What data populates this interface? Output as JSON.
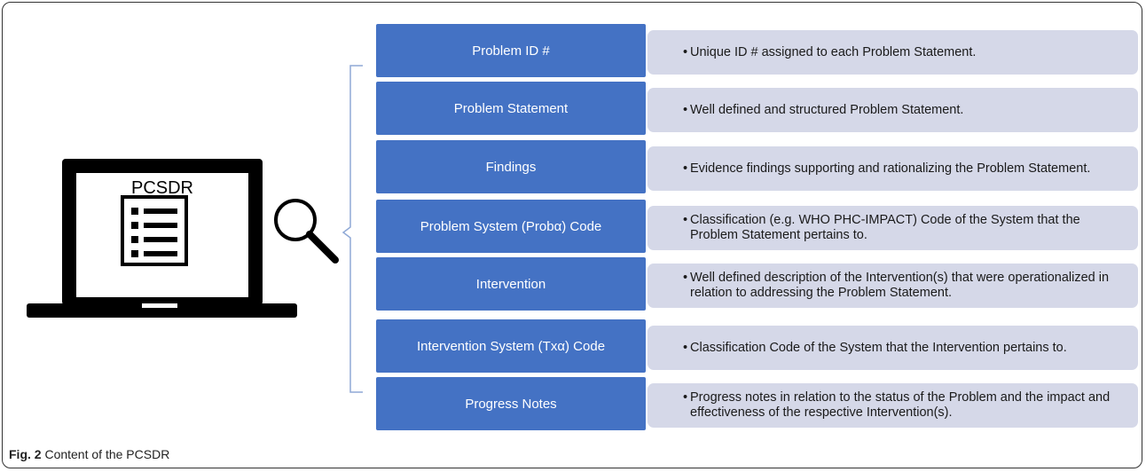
{
  "screen_label": "PCSDR",
  "rows": [
    {
      "label": "Problem ID #",
      "desc": "Unique ID # assigned to each Problem Statement."
    },
    {
      "label": "Problem Statement",
      "desc": "Well defined and structured Problem Statement."
    },
    {
      "label": "Findings",
      "desc": "Evidence findings supporting and rationalizing the Problem Statement."
    },
    {
      "label": "Problem System (Probα) Code",
      "desc": "Classification (e.g. WHO PHC-IMPACT) Code of the System that the Problem Statement pertains to."
    },
    {
      "label": "Intervention",
      "desc": "Well defined description of the Intervention(s) that were operationalized in relation to addressing the Problem Statement."
    },
    {
      "label": "Intervention System (Txα) Code",
      "desc": "Classification Code of the System that the Intervention pertains to."
    },
    {
      "label": "Progress Notes",
      "desc": "Progress notes in relation to the status of the Problem and the impact and effectiveness of the respective Intervention(s)."
    }
  ],
  "caption": {
    "fig": "Fig. 2",
    "text": "Content of the PCSDR"
  },
  "colors": {
    "label_fill": "#4472C4",
    "desc_fill": "#D5D8E8",
    "brace": "#8FA9D6"
  }
}
